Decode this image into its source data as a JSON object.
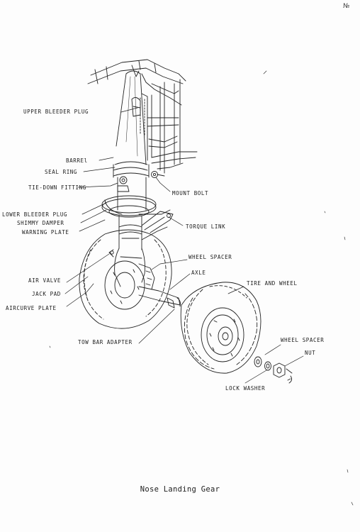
{
  "figure": {
    "caption": "Nose Landing Gear",
    "corner_mark": "№"
  },
  "labels": {
    "upper_bleeder_plug": "UPPER BLEEDER PLUG",
    "barrel": "BARREl",
    "seal_ring": "SEAL RING",
    "tie_down_fitting": "TIE-DOWN FITTING",
    "mount_bolt": "MOUNT BOLT",
    "lower_bleeder_plug": "LOWER BLEEDER PLUG",
    "shimmy_damper": "SHIMMY DAMPER",
    "warning_plate": "WARNING PLATE",
    "torque_link": "TORQUE LINK",
    "wheel_spacer_upper": "WHEEL SPACER",
    "axle": "AXLE",
    "tire_and_wheel": "TIRE AND WHEEL",
    "air_valve": "AIR VALVE",
    "jack_pad": "JACK PAD",
    "aircurve_plate": "AIRCURVE PLATE",
    "tow_bar_adapter": "TOW BAR ADAPTER",
    "wheel_spacer_lower": "WHEEL SPACER",
    "nut": "NUT",
    "lock_washer": "LOCK WASHER"
  }
}
